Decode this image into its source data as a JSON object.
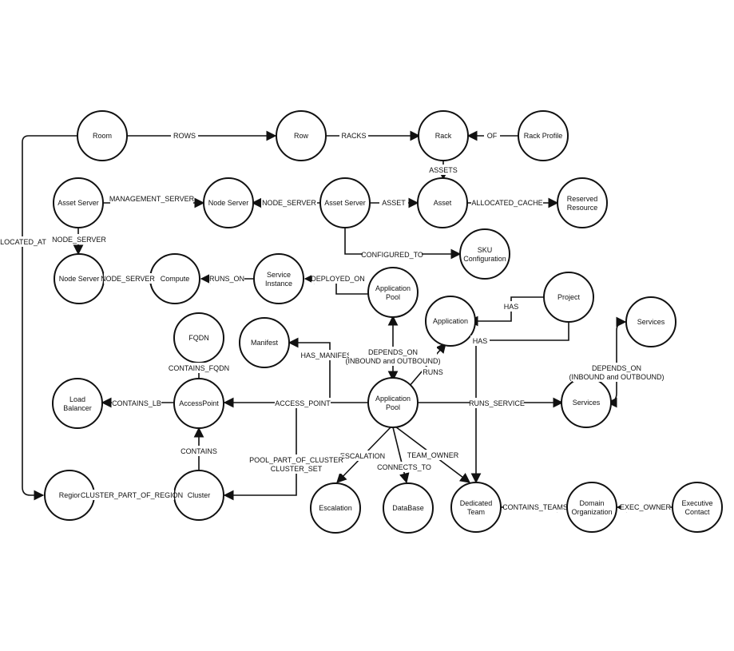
{
  "nodes": {
    "room": "Room",
    "row": "Row",
    "rack": "Rack",
    "rack_profile": "Rack Profile",
    "asset_server_left": "Asset Server",
    "node_server_mid": "Node Server",
    "asset_server_mid": "Asset Server",
    "asset": "Asset",
    "reserved_resource": [
      "Reserved",
      "Resource"
    ],
    "sku_configuration": [
      "SKU",
      "Configuration"
    ],
    "node_server_left": "Node Server",
    "compute": "Compute",
    "service_instance": [
      "Service",
      "Instance"
    ],
    "application_pool_top": [
      "Application",
      "Pool"
    ],
    "application": "Application",
    "project": "Project",
    "services_top": "Services",
    "fqdn": "FQDN",
    "manifest": "Manifest",
    "load_balancer": [
      "Load",
      "Balancer"
    ],
    "access_point": "AccessPoint",
    "application_pool_main": [
      "Application",
      "Pool"
    ],
    "services_right": "Services",
    "region": "Regior",
    "cluster": "Cluster",
    "escalation": "Escalation",
    "database": "DataBase",
    "dedicated_team": [
      "Dedicated",
      "Team"
    ],
    "domain_organization": [
      "Domain",
      "Organization"
    ],
    "executive_contact": [
      "Executive",
      "Contact"
    ]
  },
  "edges": {
    "rows": "ROWS",
    "racks": "RACKS",
    "of": "OF",
    "assets": "ASSETS",
    "management_server": "MANAGEMENT_SERVER",
    "node_server_a": "NODE_SERVER",
    "asset": "ASSET",
    "allocated_cache": "ALLOCATED_CACHE",
    "located_at": "LOCATED_AT",
    "node_server_b": "NODE_SERVER",
    "configured_to": "CONFIGURED_TO",
    "node_server_c": "NODE_SERVER",
    "runs_on": "RUNS_ON",
    "deployed_on": "DEPLOYED_ON",
    "has_project": "HAS",
    "has_team": "HAS",
    "contains_fqdn": "CONTAINS_FQDN",
    "has_manifest": "HAS_MANIFEST",
    "depends_on_pool": [
      "DEPENDS_ON",
      "(INBOUND and OUTBOUND)"
    ],
    "runs": "RUNS",
    "depends_on_services": [
      "DEPENDS_ON",
      "(INBOUND and OUTBOUND)"
    ],
    "contains_lb": "CONTAINS_LB",
    "access_point": "ACCESS_POINT",
    "runs_service": "RUNS_SERVICE",
    "contains": "CONTAINS",
    "escalation": "ESCALATION",
    "team_owner": "TEAM_OWNER",
    "pool_part_of_cluster": [
      "POOL_PART_OF_CLUSTER",
      "CLUSTER_SET"
    ],
    "connects_to": "CONNECTS_TO",
    "cluster_part_of_region": "CLUSTER_PART_OF_REGION",
    "contains_teams": "CONTAINS_TEAMS",
    "exec_owner": "EXEC_OWNER"
  }
}
